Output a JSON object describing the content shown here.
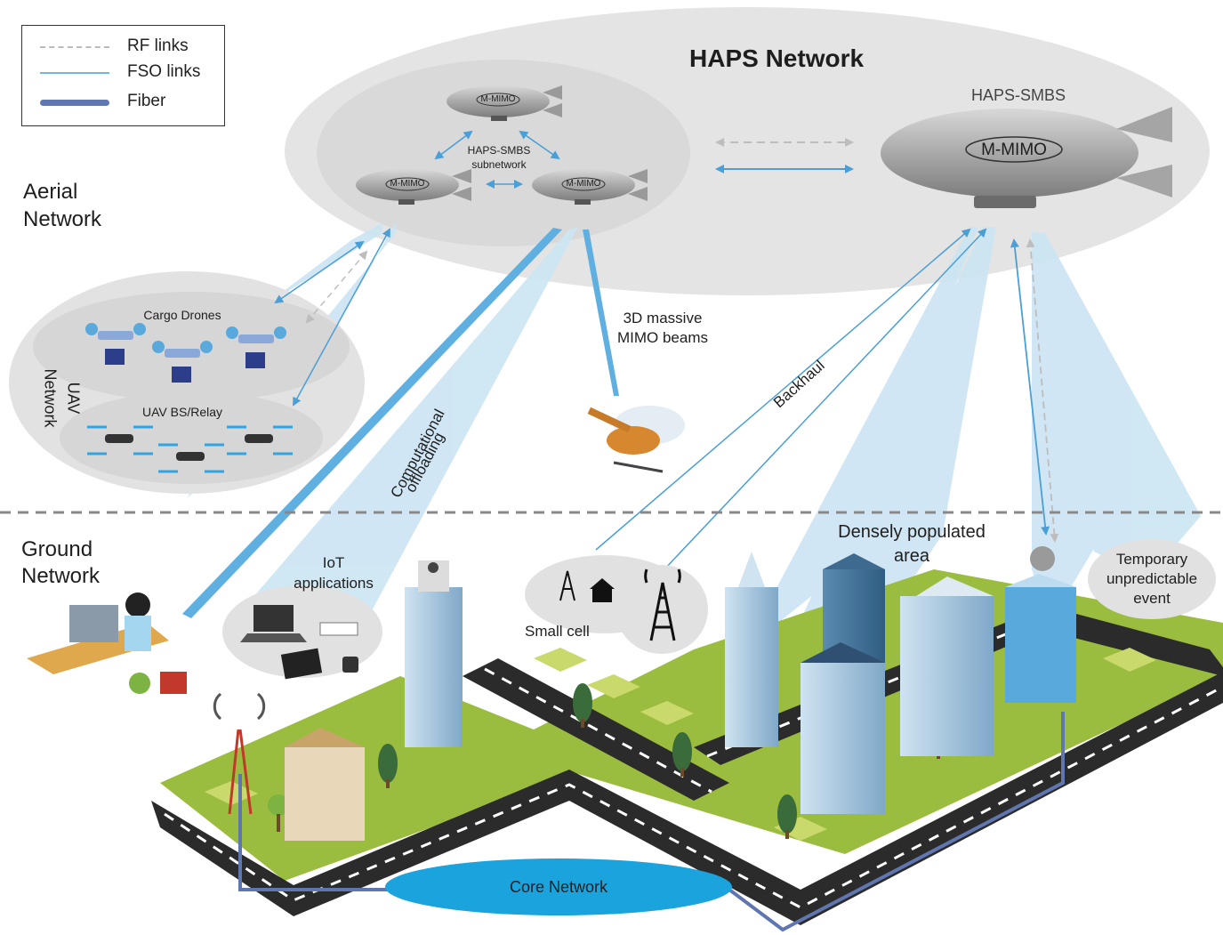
{
  "legend": {
    "rf_label": "RF links",
    "fso_label": "FSO links",
    "fiber_label": "Fiber"
  },
  "aerial": {
    "section_label_line1": "Aerial",
    "section_label_line2": "Network",
    "haps_network_title": "HAPS Network",
    "haps_smbs_label": "HAPS-SMBS",
    "subnetwork_label_line1": "HAPS-SMBS",
    "subnetwork_label_line2": "subnetwork",
    "mmimo_small": "M-MIMO",
    "mmimo_big": "M-MIMO",
    "beams_label_line1": "3D massive",
    "beams_label_line2": "MIMO beams",
    "backhaul_label": "Backhaul",
    "offloading_line1": "Computational",
    "offloading_line2": "offloading"
  },
  "uav": {
    "network_label_line1": "UAV",
    "network_label_line2": "Network",
    "cargo_label": "Cargo Drones",
    "relay_label": "UAV BS/Relay"
  },
  "ground": {
    "section_label_line1": "Ground",
    "section_label_line2": "Network",
    "iot_line1": "IoT",
    "iot_line2": "applications",
    "small_cell": "Small cell",
    "dense_line1": "Densely populated",
    "dense_line2": "area",
    "temp_line1": "Temporary",
    "temp_line2": "unpredictable",
    "temp_line3": "event",
    "core_network": "Core Network"
  },
  "colors": {
    "cloud": "#e3e3e3",
    "cloud_inner": "#d6d6d6",
    "fso": "#5aa9dc",
    "beam": "#c9e3f2",
    "fiber": "#6076b0",
    "core": "#1aa3dd",
    "road": "#2b2b2b",
    "grass": "#8fb33a",
    "grass_light": "#c8d86a"
  }
}
